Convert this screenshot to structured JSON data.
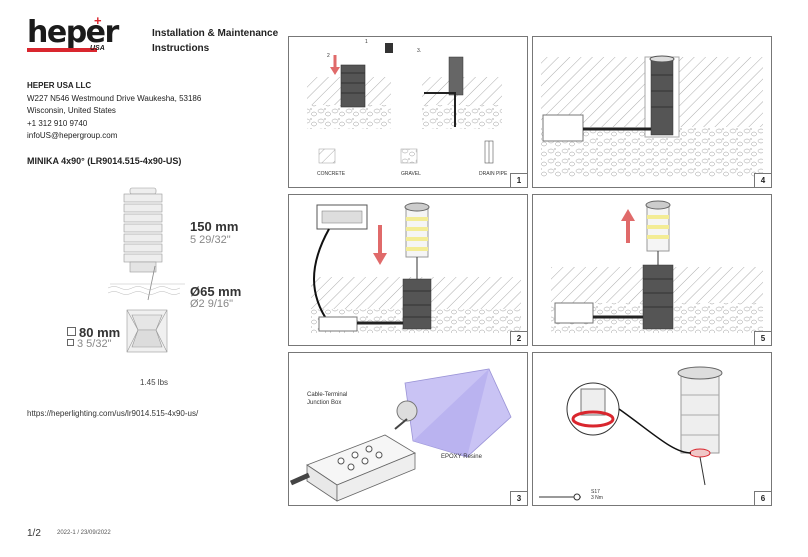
{
  "header": {
    "logo_text": "heper",
    "logo_suffix": "USA",
    "title_line1": "Installation & Maintenance",
    "title_line2": "Instructions"
  },
  "company": {
    "name": "HEPER USA LLC",
    "address1": "W227 N546 Westmound Drive Waukesha, 53186",
    "address2": "Wisconsin, United States",
    "phone": "+1 312 910 9740",
    "email": "infoUS@hepergroup.com"
  },
  "product": {
    "name": "MINIKA 4x90° (LR9014.515-4x90-US)",
    "height_mm": "150 mm",
    "height_in": "5 29/32\"",
    "diameter_mm": "Ø65 mm",
    "diameter_in": "Ø2 9/16\"",
    "square_mm": "80 mm",
    "square_in": "3 5/32\"",
    "weight": "1.45 lbs",
    "url": "https://heperlighting.com/us/lr9014.515-4x90-us/"
  },
  "footer": {
    "page": "1/2",
    "revision": "2022-1 / 23/09/2022"
  },
  "steps": {
    "s1": {
      "num": "1",
      "sub1": "1",
      "sub2": "2",
      "sub3": "3.",
      "concrete": "CONCRETE",
      "gravel": "GRAVEL",
      "drain": "DRAIN PIPE"
    },
    "s2": {
      "num": "2"
    },
    "s3": {
      "num": "3",
      "junction": "Cable-Terminal\nJunction Box",
      "epoxy": "EPOXY Resine"
    },
    "s4": {
      "num": "4"
    },
    "s5": {
      "num": "5"
    },
    "s6": {
      "num": "6",
      "screw": "S17",
      "torque": "3 Nm"
    }
  },
  "colors": {
    "brand_red": "#d9262e",
    "arrow_red": "#e06a6a",
    "epoxy": "#b9b3f0"
  }
}
